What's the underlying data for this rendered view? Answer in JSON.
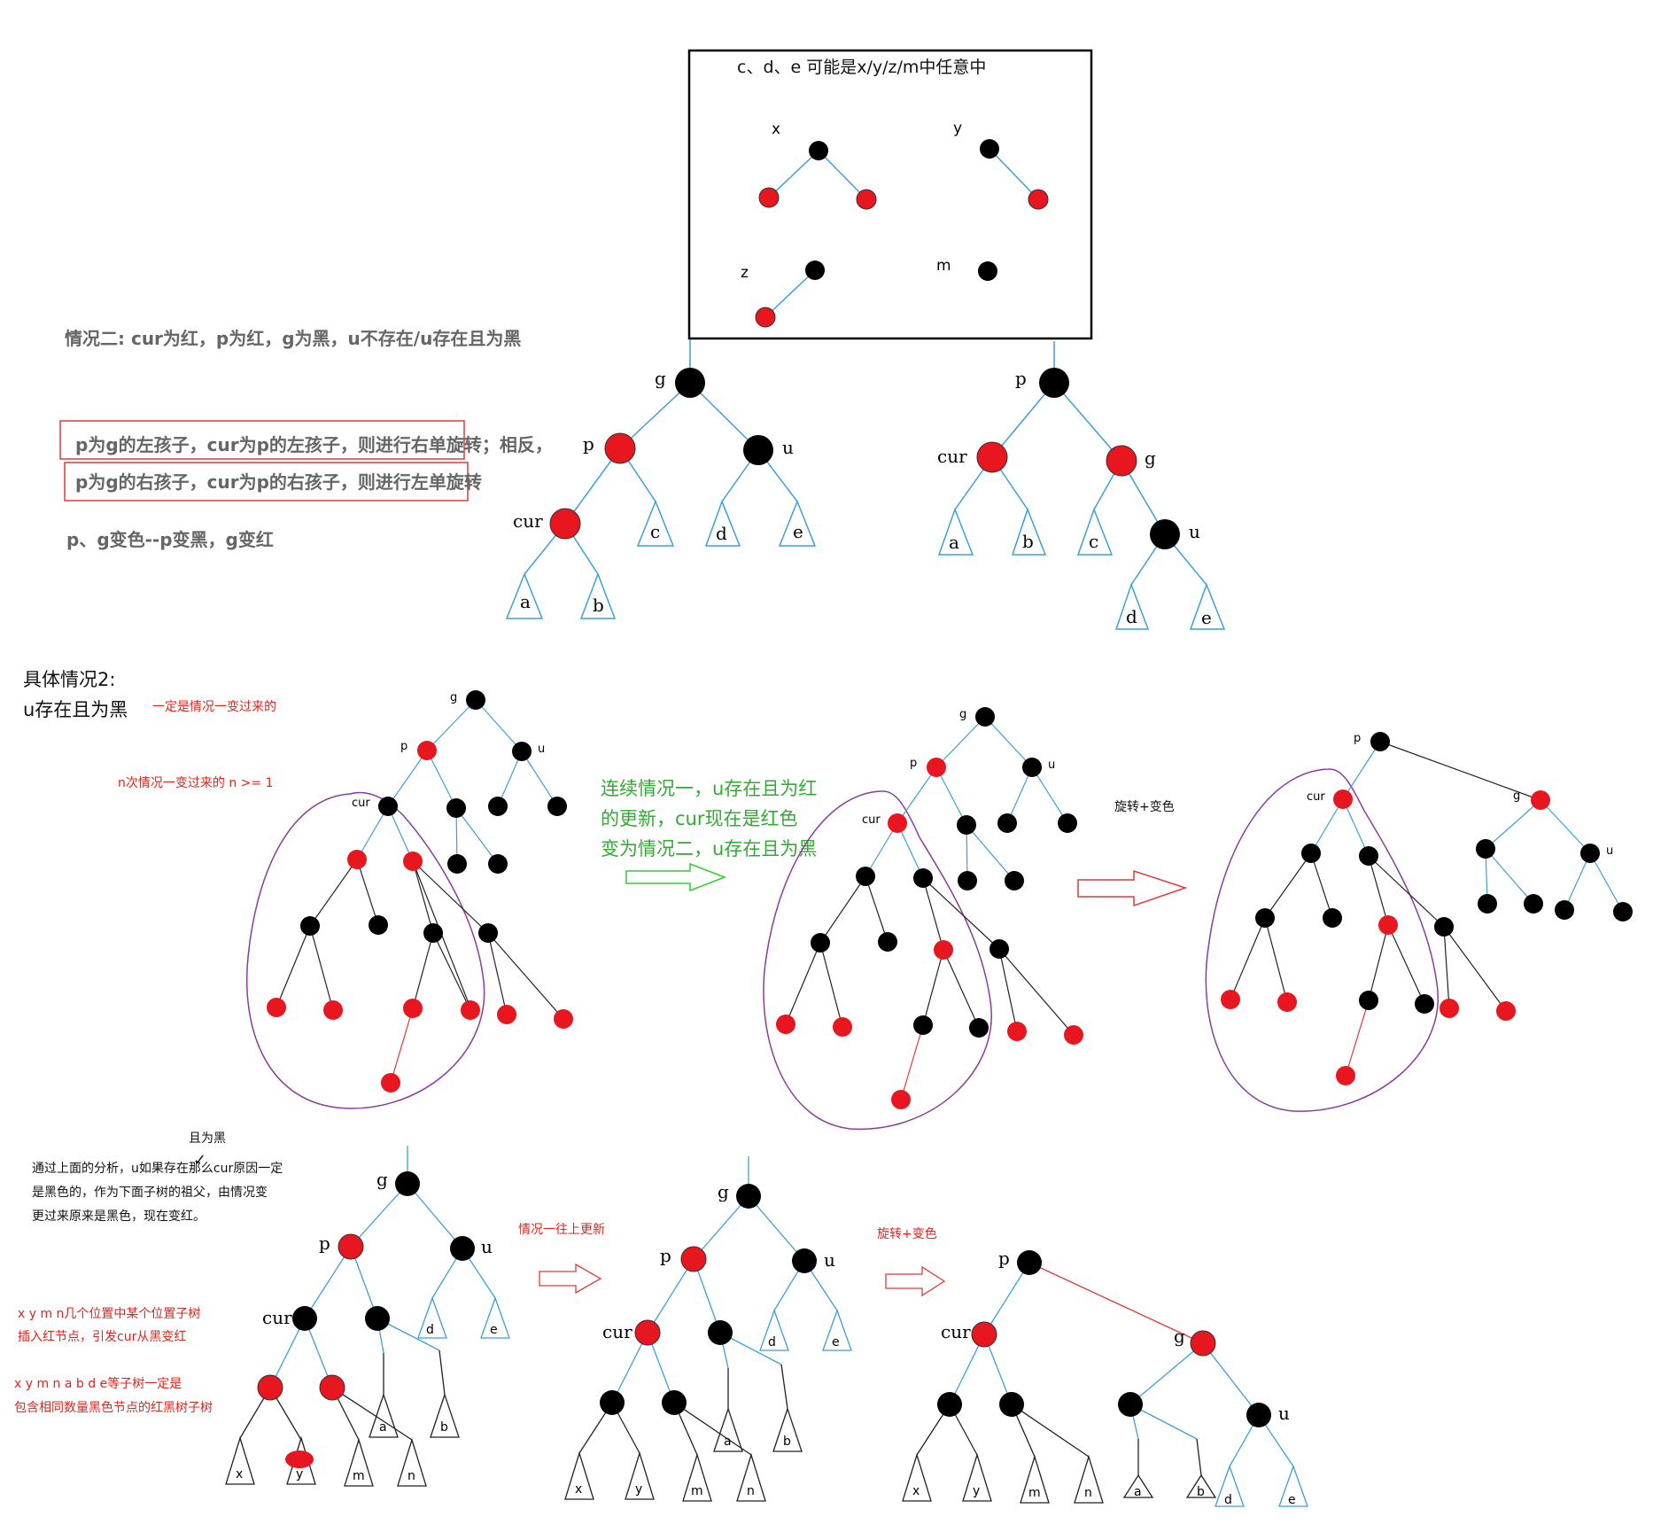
{
  "box": {
    "title": "c、d、e  可能是x/y/z/m中任意中",
    "tree_labels": [
      "x",
      "y",
      "z",
      "m"
    ]
  },
  "case2": {
    "heading": "情况二: cur为红，p为红，g为黑，u不存在/u存在且为黑",
    "rule1": "p为g的左孩子，cur为p的左孩子，则进行右单旋转；相反，",
    "rule2": "p为g的右孩子，cur为p的右孩子，则进行左单旋转",
    "recolor": "p、g变色--p变黑，g变红"
  },
  "node_labels": {
    "g": "g",
    "p": "p",
    "u": "u",
    "cur": "cur",
    "a": "a",
    "b": "b",
    "c": "c",
    "d": "d",
    "e": "e",
    "x": "x",
    "y": "y",
    "m": "m",
    "n": "n"
  },
  "specific": {
    "title_line1": "具体情况2:",
    "title_line2": "u存在且为黑",
    "note_from_case1": "一定是情况一变过来的",
    "note_n_times": "n次情况一变过来的  n >= 1",
    "green_line1": "连续情况一，u存在且为红",
    "green_line2": "的更新，cur现在是红色",
    "green_line3": "变为情况二，u存在且为黑",
    "rotate_recolor": "旋转+变色"
  },
  "bottom": {
    "check_note": "且为黑",
    "analysis_line1": "通过上面的分析，u如果存在那么cur原因一定",
    "analysis_line2": "是黑色的，作为下面子树的祖父，由情况变",
    "analysis_line3": "更过来原来是黑色，现在变红。",
    "insert_line1": "x y  m n几个位置中某个位置子树",
    "insert_line2": "插入红节点，引发cur从黑变红",
    "subtree_line1": "x y m n a b d e等子树一定是",
    "subtree_line2": "包含相同数量黑色节点的红黑树子树",
    "update_up": "情况一往上更新",
    "rotate_recolor": "旋转+变色"
  },
  "colors": {
    "red_node": "#e8161e",
    "black_node": "#000000",
    "edge_blue": "#3aa0dc",
    "annot_red": "#e0241b",
    "annot_green": "#33aa33",
    "lasso_purple": "#8a3c9e"
  }
}
